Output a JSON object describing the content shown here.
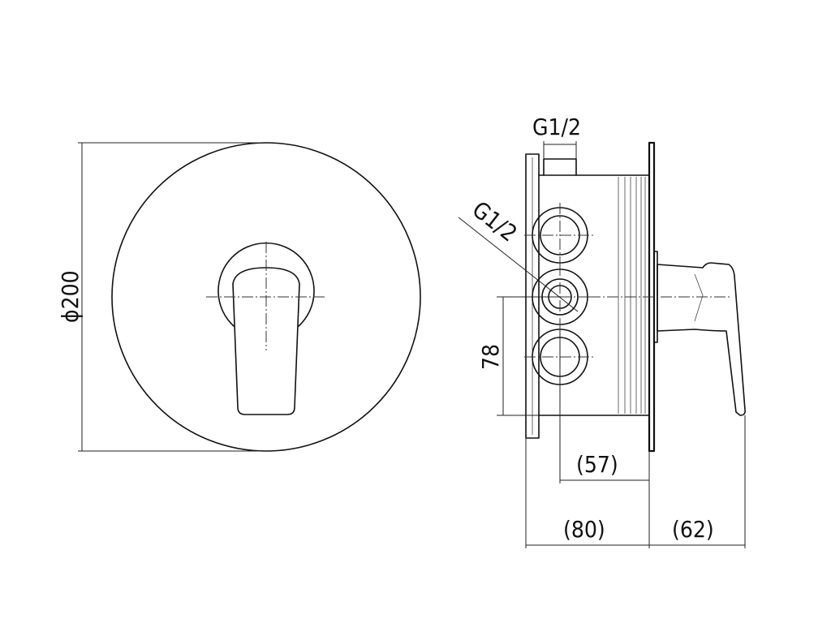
{
  "dimensions": {
    "diameter": "ϕ200",
    "thread_top": "G1/2",
    "thread_side": "G1/2",
    "port_spacing": "78",
    "body_depth": "(57)",
    "box_depth": "(80)",
    "handle_projection": "(62)"
  },
  "colors": {
    "line": "#111111",
    "background": "#ffffff"
  }
}
